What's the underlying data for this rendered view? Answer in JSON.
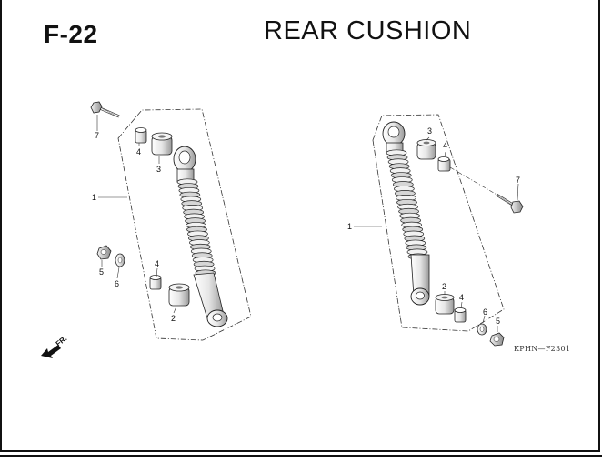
{
  "header": {
    "section_code": "F-22",
    "title": "REAR CUSHION"
  },
  "direction_marker": "FR.",
  "drawing_ref": "KPHN—F2301",
  "left_group": {
    "labels": [
      "7",
      "4",
      "3",
      "1",
      "5",
      "6",
      "4",
      "2"
    ]
  },
  "right_group": {
    "labels": [
      "3",
      "4",
      "7",
      "1",
      "2",
      "4",
      "6",
      "5"
    ]
  }
}
